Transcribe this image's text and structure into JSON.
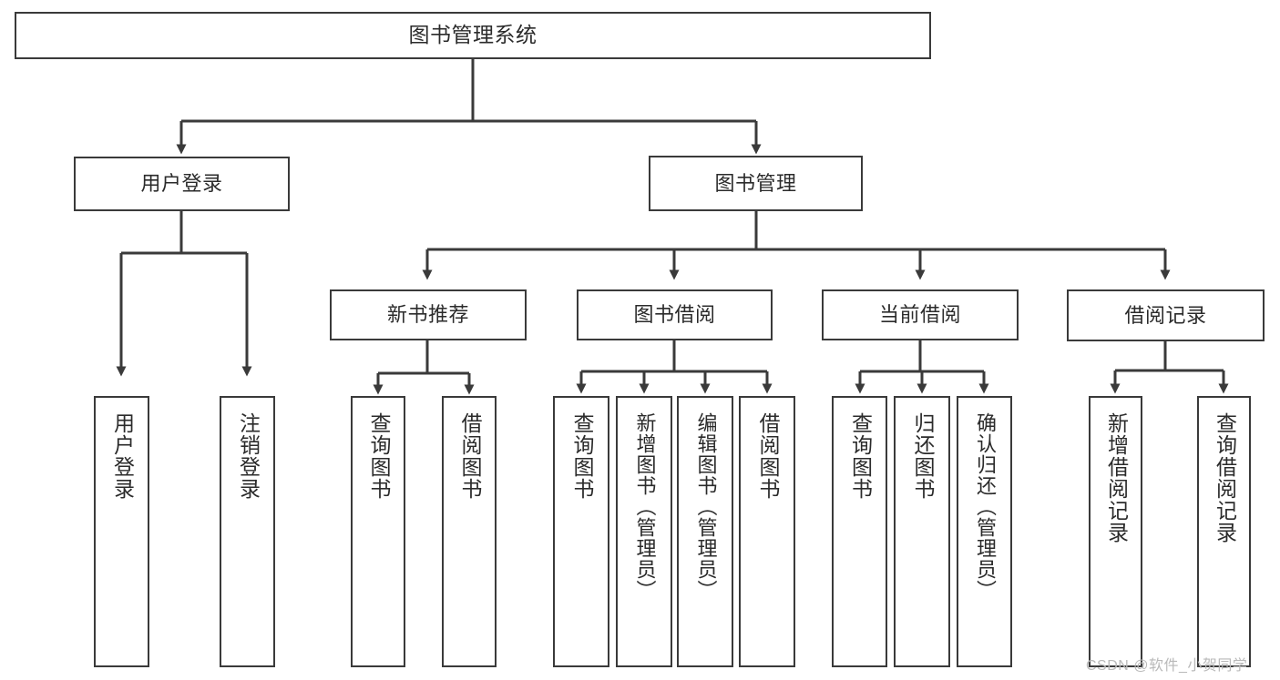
{
  "diagram": {
    "title": "图书管理系统",
    "type": "hierarchy-tree",
    "root": {
      "label": "图书管理系统"
    },
    "level1": [
      {
        "label": "用户登录"
      },
      {
        "label": "图书管理"
      }
    ],
    "level2": [
      {
        "label": "新书推荐"
      },
      {
        "label": "图书借阅"
      },
      {
        "label": "当前借阅"
      },
      {
        "label": "借阅记录"
      }
    ],
    "leaves": {
      "user_login": [
        {
          "label": "用户登录"
        },
        {
          "label": "注销登录"
        }
      ],
      "new_book_recommend": [
        {
          "label": "查询图书"
        },
        {
          "label": "借阅图书"
        }
      ],
      "book_borrow": [
        {
          "label": "查询图书"
        },
        {
          "label": "新增图书（管理员）"
        },
        {
          "label": "编辑图书（管理员）"
        },
        {
          "label": "借阅图书"
        }
      ],
      "current_borrow": [
        {
          "label": "查询图书"
        },
        {
          "label": "归还图书"
        },
        {
          "label": "确认归还（管理员）"
        }
      ],
      "borrow_record": [
        {
          "label": "新增借阅记录"
        },
        {
          "label": "查询借阅记录"
        }
      ]
    }
  },
  "watermark": {
    "text": "CSDN @软件_小贺同学"
  },
  "colors": {
    "stroke": "#3a3a3a",
    "box_fill": "#ffffff",
    "text": "#2b2b2b",
    "background": "#ffffff",
    "watermark": "#b9b9b9"
  }
}
